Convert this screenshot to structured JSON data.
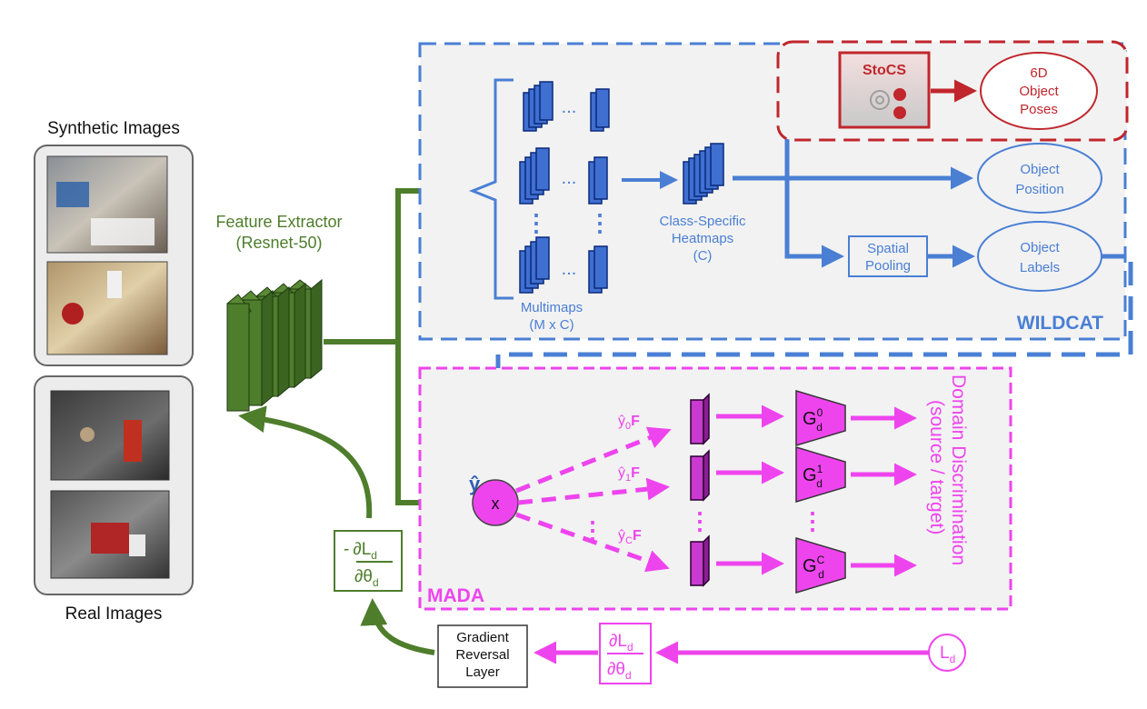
{
  "left": {
    "synthetic_title": "Synthetic Images",
    "real_title": "Real Images"
  },
  "extractor": {
    "line1": "Feature Extractor",
    "line2": "(Resnet-50)"
  },
  "wildcat": {
    "label": "WILDCAT",
    "multimaps_line1": "Multimaps",
    "multimaps_line2": "(M x C)",
    "heatmaps_line1": "Class-Specific",
    "heatmaps_line2": "Heatmaps",
    "heatmaps_line3": "(C)",
    "spatial_line1": "Spatial",
    "spatial_line2": "Pooling",
    "position_line1": "Object",
    "position_line2": "Position",
    "labels_line1": "Object",
    "labels_line2": "Labels",
    "dots": "...",
    "vdots": "⋮"
  },
  "stocs": {
    "title": "StoCS",
    "poses_line1": "6D",
    "poses_line2": "Object",
    "poses_line3": "Poses"
  },
  "mada": {
    "label": "MADA",
    "yhat": "ŷ",
    "mult": "x",
    "branch0_y": "ŷ",
    "branch0_sub": "0",
    "branch1_y": "ŷ",
    "branch1_sub": "1",
    "branchC_y": "ŷ",
    "branchC_sub": "C",
    "F": "F",
    "G": "G",
    "G_sub": "d",
    "G0_sup": "0",
    "G1_sup": "1",
    "GC_sup": "C",
    "domain_line1": "Domain Discrimination",
    "domain_line2": "(source / target)",
    "vdots": "⋮"
  },
  "loss": {
    "grl_line1": "Gradient",
    "grl_line2": "Reversal",
    "grl_line3": "Layer",
    "L": "L",
    "sub_d": "d",
    "partial": "∂",
    "theta": "θ",
    "minus": "-",
    "Ld_main": "L",
    "Ld_sub": "d"
  },
  "colors": {
    "blue": "#4a7fd4",
    "magenta": "#ee44ee",
    "green": "#4e7d2c",
    "red": "#c0262c",
    "panel_bg": "#f2f2f2"
  }
}
